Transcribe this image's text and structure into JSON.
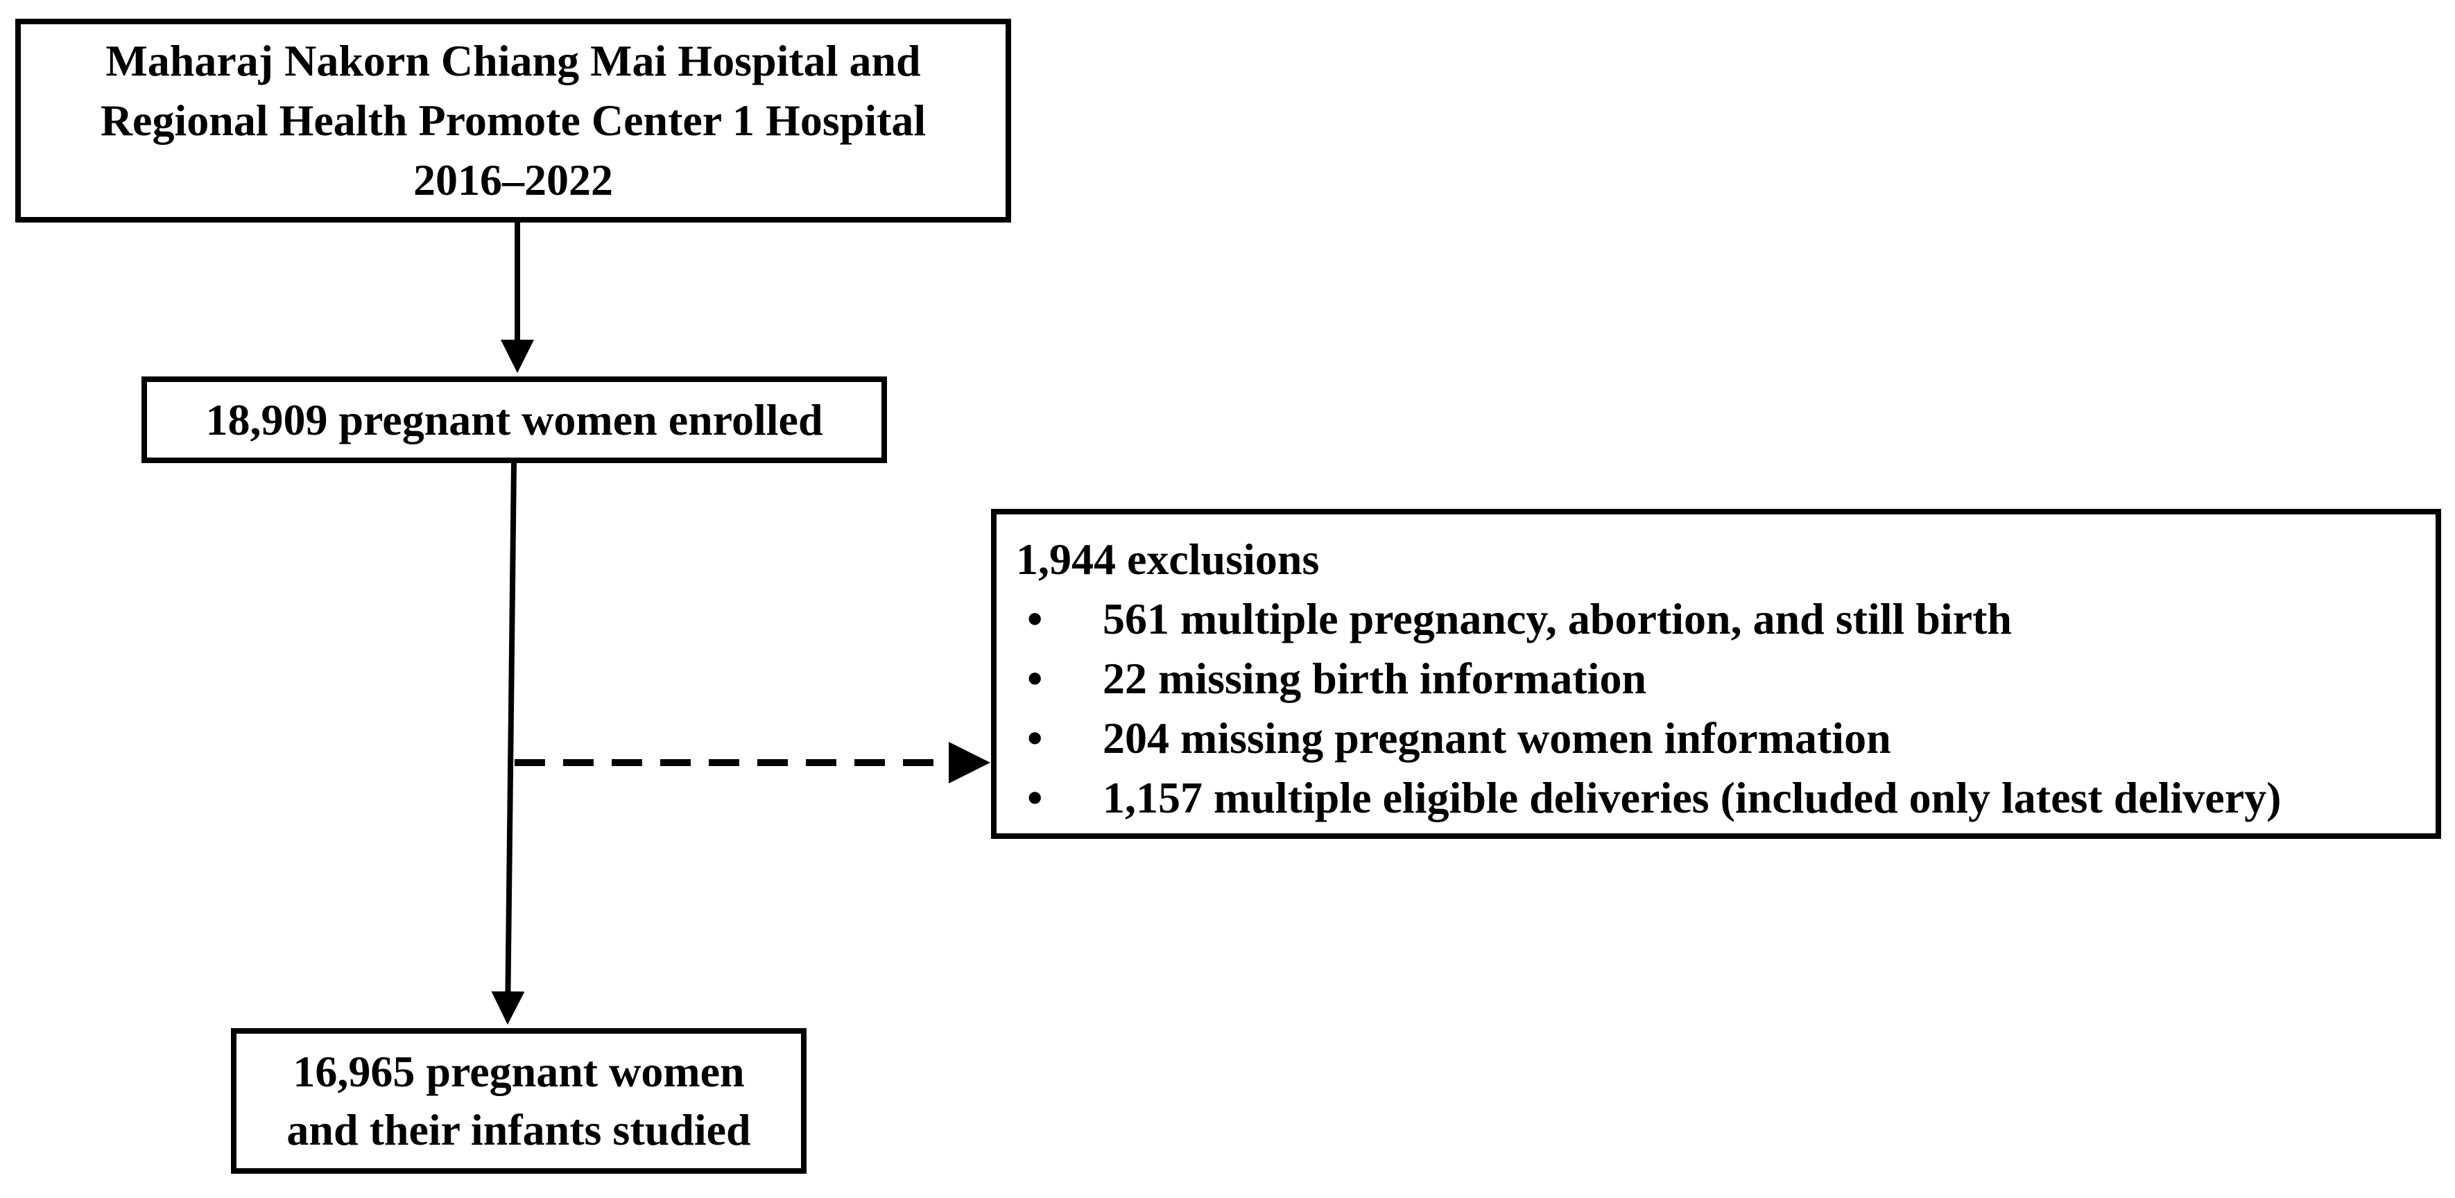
{
  "source_box": {
    "lines": [
      "Maharaj Nakorn Chiang Mai Hospital and",
      "Regional Health Promote Center 1 Hospital",
      "2016–2022"
    ]
  },
  "enrolled_box": {
    "text": "18,909 pregnant women enrolled"
  },
  "exclusions_box": {
    "title": "1,944 exclusions",
    "bullet_glyph": "•",
    "items": [
      "561 multiple pregnancy, abortion, and still birth",
      "22 missing birth information",
      "204 missing pregnant women information",
      "1,157 multiple eligible deliveries (included only latest delivery)"
    ]
  },
  "studied_box": {
    "lines": [
      "16,965 pregnant women",
      "and their infants studied"
    ]
  },
  "colors": {
    "stroke": "#000000",
    "background": "#ffffff"
  }
}
